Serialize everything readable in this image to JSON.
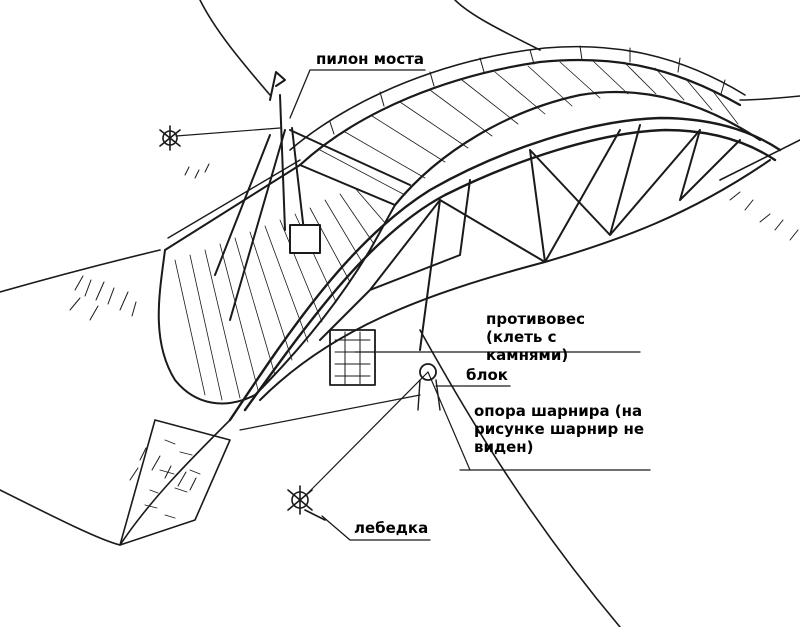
{
  "labels": {
    "pylon": "пилон моста",
    "counterweight": "противовес (клеть с камнями)",
    "block": "блок",
    "hinge_support": "опора шарнира (на рисунке шарнир не виден)",
    "winch": "лебедка"
  },
  "colors": {
    "ink": "#1a1a1a",
    "background": "#ffffff"
  }
}
